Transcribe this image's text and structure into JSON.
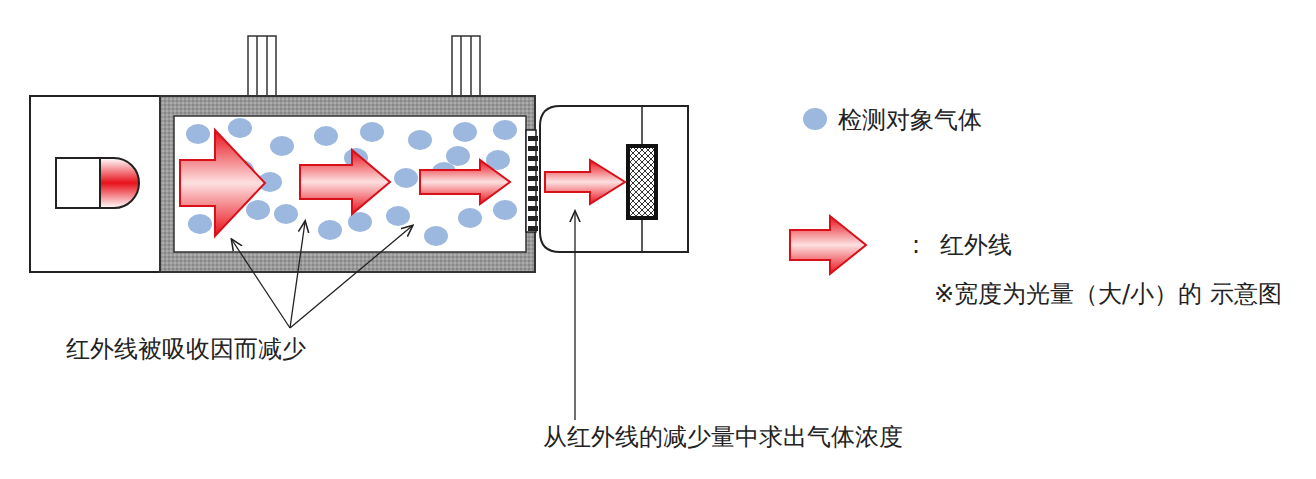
{
  "diagram": {
    "labels": [
      "红外线被吸收因而减少",
      "从红外线的减少量中求出气体浓度",
      ":",
      "※宽度为光量（大/小）的 示意图"
    ],
    "legend": [
      {
        "text": "检测对象气体",
        "color": "#9db8de"
      },
      {
        "text": "红外线"
      }
    ]
  }
}
